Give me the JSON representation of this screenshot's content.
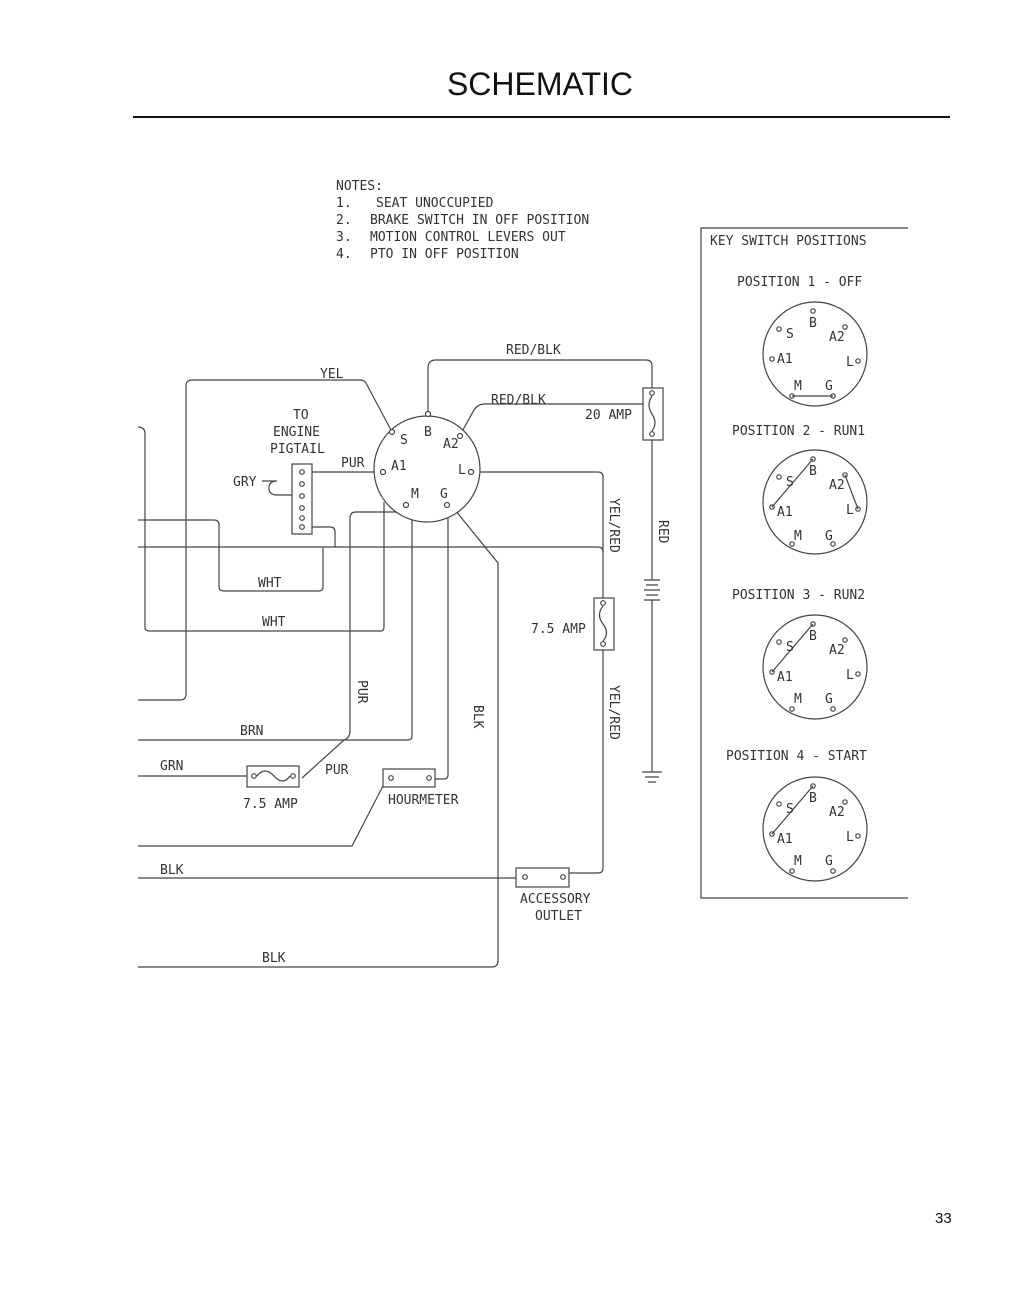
{
  "page": {
    "title": "SCHEMATIC",
    "page_number": "33"
  },
  "notes": {
    "heading": "NOTES:",
    "items": [
      {
        "num": "1.",
        "text": "SEAT UNOCCUPIED"
      },
      {
        "num": "2.",
        "text": "BRAKE SWITCH IN OFF POSITION"
      },
      {
        "num": "3.",
        "text": "MOTION CONTROL LEVERS OUT"
      },
      {
        "num": "4.",
        "text": "PTO IN OFF POSITION"
      }
    ]
  },
  "key_switch_panel": {
    "title": "KEY SWITCH POSITIONS",
    "positions": [
      {
        "label": "POSITION 1 - OFF"
      },
      {
        "label": "POSITION 2 - RUN1"
      },
      {
        "label": "POSITION 3 - RUN2"
      },
      {
        "label": "POSITION 4 - START"
      }
    ],
    "terminals": {
      "s": "S",
      "b": "B",
      "a2": "A2",
      "a1": "A1",
      "l": "L",
      "m": "M",
      "g": "G"
    }
  },
  "switch_terminals": {
    "s": "S",
    "b": "B",
    "a2": "A2",
    "a1": "A1",
    "l": "L",
    "m": "M",
    "g": "G"
  },
  "wire_labels": {
    "yel": "YEL",
    "red_blk_1": "RED/BLK",
    "red_blk_2": "RED/BLK",
    "pur_1": "PUR",
    "pur_2": "PUR",
    "pur_3": "PUR",
    "gry": "GRY",
    "wht_1": "WHT",
    "wht_2": "WHT",
    "brn": "BRN",
    "grn": "GRN",
    "blk_1": "BLK",
    "blk_2": "BLK",
    "blk_3": "BLK",
    "yel_red_1": "YEL/RED",
    "yel_red_2": "YEL/RED",
    "red": "RED"
  },
  "components": {
    "engine_pigtail": [
      "TO",
      "ENGINE",
      "PIGTAIL"
    ],
    "fuse_20": "20 AMP",
    "fuse_75_right": "7.5 AMP",
    "fuse_75_left": "7.5 AMP",
    "hourmeter": "HOURMETER",
    "accessory_outlet": [
      "ACCESSORY",
      "OUTLET"
    ]
  }
}
